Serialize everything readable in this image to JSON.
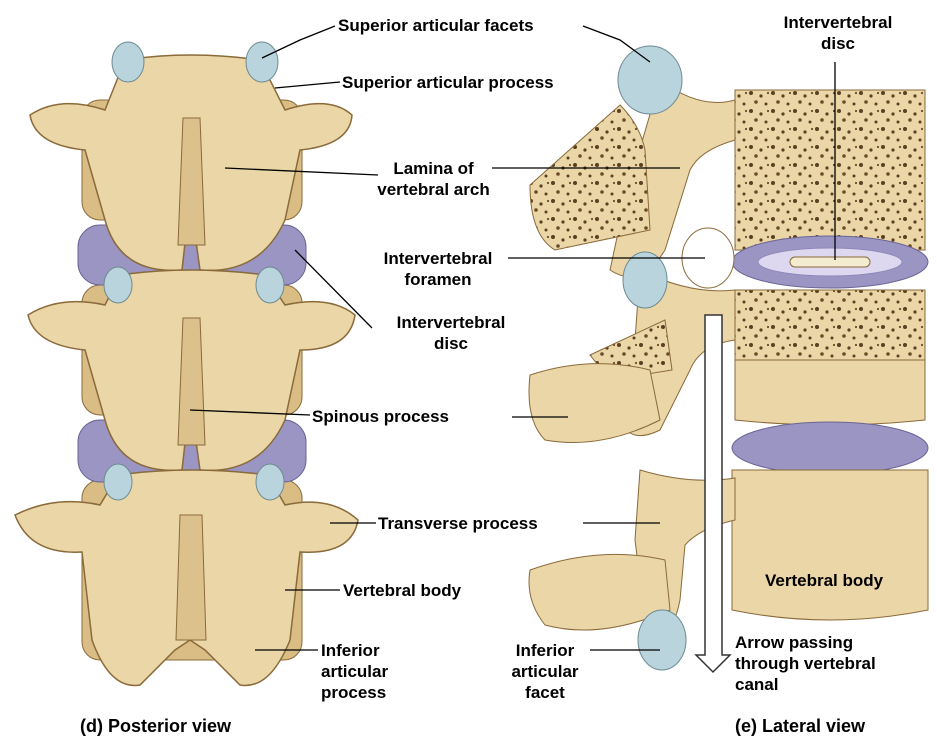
{
  "colors": {
    "bone": "#ead6a6",
    "bone_shadow": "#c9a86a",
    "bone_outline": "#8a6a3a",
    "cartilage": "#b9d4dc",
    "disc": "#9b95c4",
    "disc_light": "#ddd8f0",
    "spongy_dots": "#5a3f22",
    "leader_line": "#000000"
  },
  "labels": {
    "superior_articular_facets": "Superior articular facets",
    "superior_articular_process": "Superior articular process",
    "lamina_line1": "Lamina of",
    "lamina_line2": "vertebral arch",
    "intervertebral_foramen_line1": "Intervertebral",
    "intervertebral_foramen_line2": "foramen",
    "intervertebral_disc_post_line1": "Intervertebral",
    "intervertebral_disc_post_line2": "disc",
    "spinous_process": "Spinous process",
    "transverse_process": "Transverse process",
    "vertebral_body_post": "Vertebral body",
    "inferior_articular_process_line1": "Inferior",
    "inferior_articular_process_line2": "articular",
    "inferior_articular_process_line3": "process",
    "intervertebral_disc_lat_line1": "Intervertebral",
    "intervertebral_disc_lat_line2": "disc",
    "vertebral_body_lat": "Vertebral body",
    "inferior_articular_facet_line1": "Inferior",
    "inferior_articular_facet_line2": "articular",
    "inferior_articular_facet_line3": "facet",
    "arrow_line1": "Arrow passing",
    "arrow_line2": "through vertebral",
    "arrow_line3": "canal"
  },
  "captions": {
    "posterior": "(d) Posterior view",
    "lateral": "(e) Lateral view"
  }
}
